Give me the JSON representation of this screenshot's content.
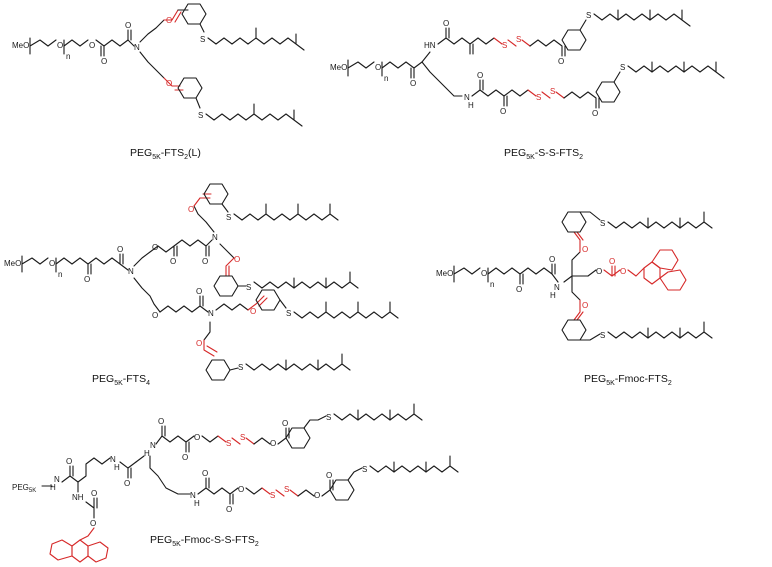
{
  "figure": {
    "captions": {
      "c1": {
        "pre": "PEG",
        "sub": "5K",
        "mid": "-FTS",
        "sub2": "2",
        "post": "(L)"
      },
      "c2": {
        "pre": "PEG",
        "sub": "5K",
        "mid": "-S-S-FTS",
        "sub2": "2",
        "post": ""
      },
      "c3": {
        "pre": "PEG",
        "sub": "5K",
        "mid": "-FTS",
        "sub2": "4",
        "post": ""
      },
      "c4": {
        "pre": "PEG",
        "sub": "5K",
        "mid": "-Fmoc-FTS",
        "sub2": "2",
        "post": ""
      },
      "c5": {
        "pre": "PEG",
        "sub": "5K",
        "mid": "-Fmoc-S-S-FTS",
        "sub2": "2",
        "post": ""
      }
    },
    "labels": {
      "meo": "MeO",
      "o": "O",
      "n": "n",
      "N": "N",
      "S": "S",
      "H": "H",
      "HN": "HN",
      "NH": "NH",
      "H_N": "N",
      "peg": "PEG",
      "peg_sub": "5K"
    },
    "colors": {
      "bond": "#1a1a1a",
      "highlight": "#d62828"
    }
  }
}
